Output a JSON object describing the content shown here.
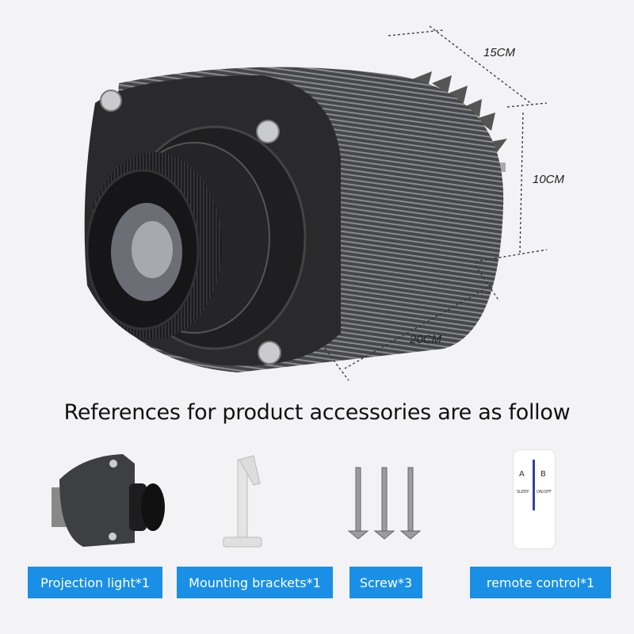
{
  "dimensions": {
    "depth": "15CM",
    "height": "10CM",
    "length": "20CM"
  },
  "headline": "References for product accessories are as follow",
  "accessories": [
    {
      "label": "Projection light*1",
      "icon": "projection-light-icon"
    },
    {
      "label": "Mounting brackets*1",
      "icon": "mounting-bracket-icon"
    },
    {
      "label": "Screw*3",
      "icon": "screw-icon"
    },
    {
      "label": "remote control*1",
      "icon": "remote-control-icon",
      "buttons": [
        "A",
        "B",
        "SLEEP",
        "ON/OFF"
      ]
    }
  ],
  "colors": {
    "label_bg": "#1a8fe6",
    "background": "#f3f3f5",
    "body": "#3a3b3e"
  }
}
